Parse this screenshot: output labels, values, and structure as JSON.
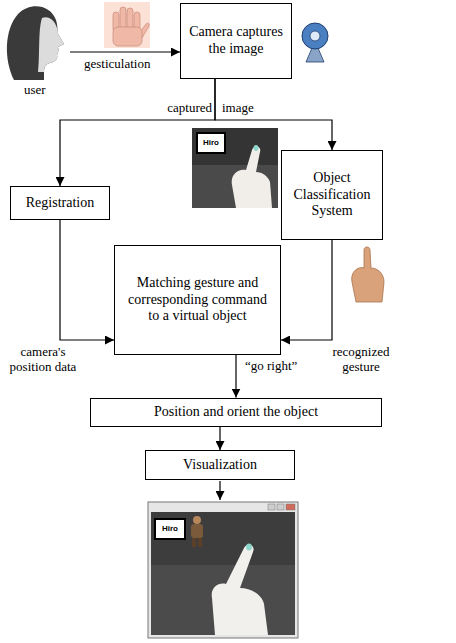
{
  "diagram": {
    "nodes": [
      {
        "text": [
          "Camera captures the image"
        ]
      },
      {
        "text": [
          "Registration"
        ]
      },
      {
        "text": [
          "Object Classification System"
        ]
      },
      {
        "text": [
          "Matching gesture and corresponding command to a virtual object"
        ]
      },
      {
        "text": [
          "Position and orient the object"
        ]
      },
      {
        "text": [
          "Visualization"
        ]
      }
    ],
    "edges": [
      {
        "from": 0,
        "to": 1,
        "label": "captured",
        "arrow": "to"
      },
      {
        "from": 0,
        "to": 2,
        "label": "image",
        "arrow": "to"
      },
      {
        "from": 1,
        "to": 3,
        "label": "camera's position data",
        "arrow": "to"
      },
      {
        "from": 2,
        "to": 3,
        "label": "recognized gesture",
        "arrow": "to"
      },
      {
        "from": 3,
        "to": 4,
        "label": "“go right”",
        "arrow": "to"
      },
      {
        "from": 4,
        "to": 5,
        "arrow": "to"
      }
    ],
    "labels": [
      "user",
      "gesticulation",
      "Hiro",
      "Hiro"
    ]
  }
}
